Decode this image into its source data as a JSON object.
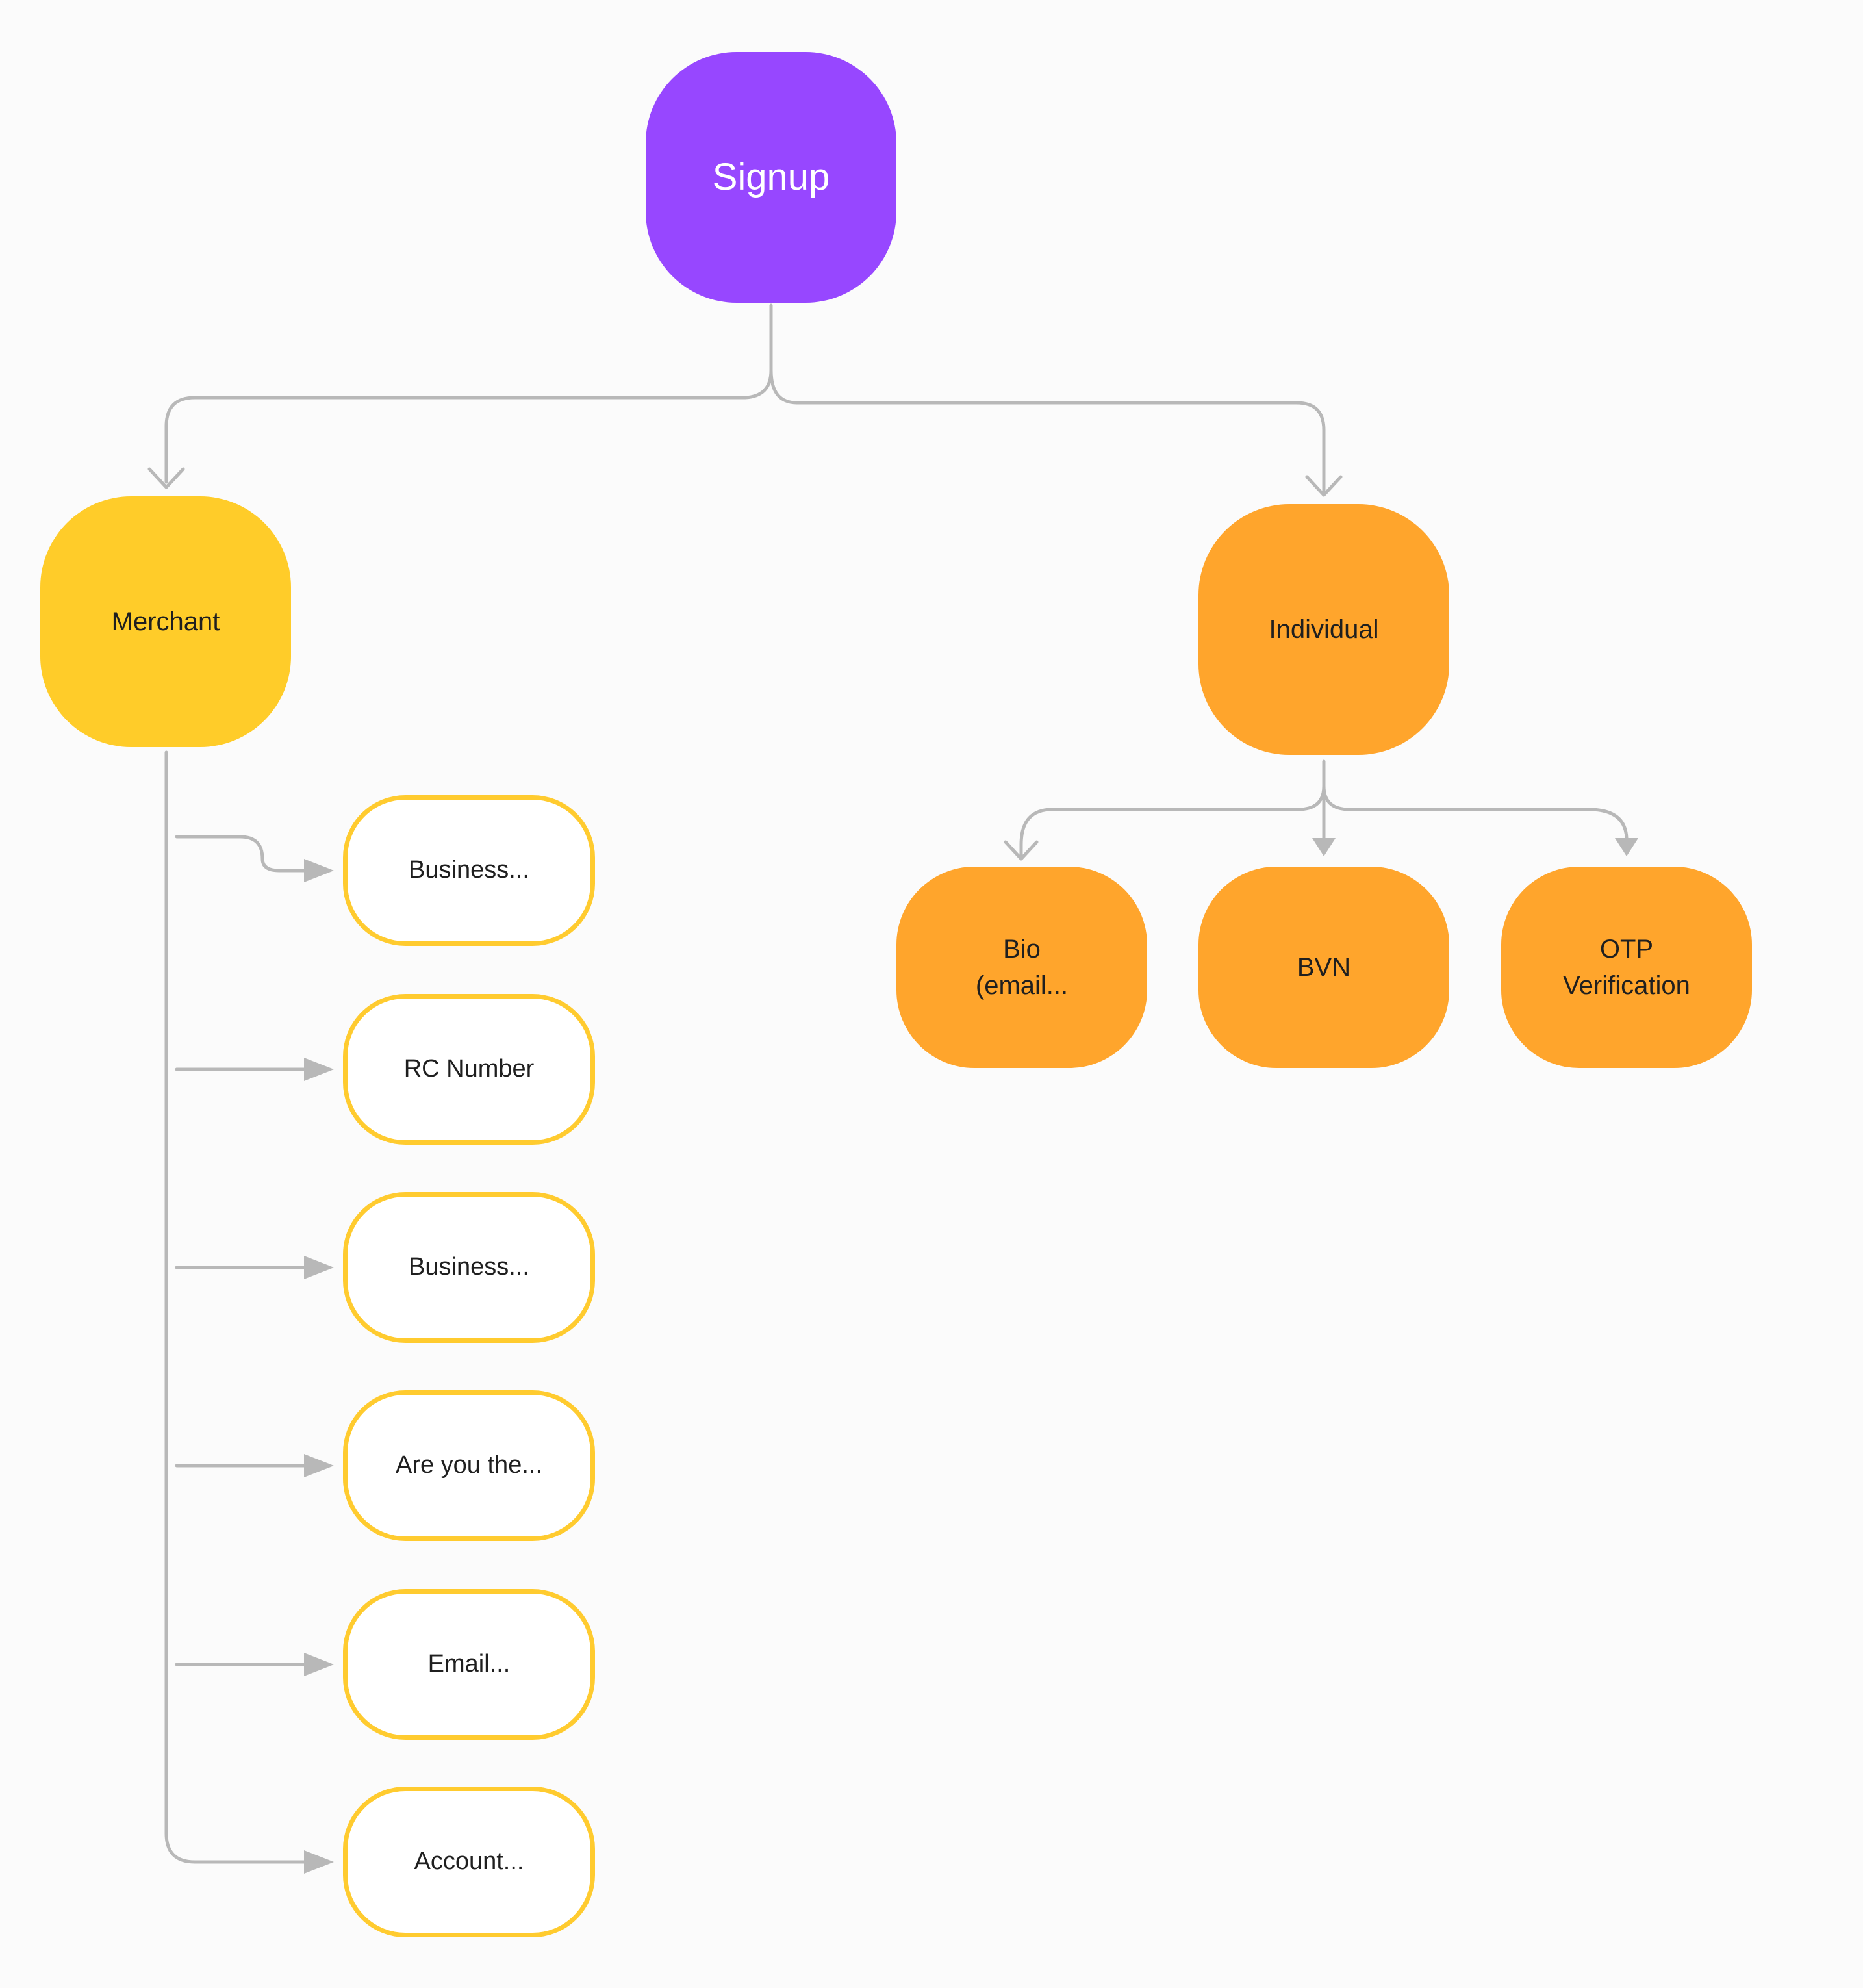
{
  "colors": {
    "root_fill": "#9747ff",
    "merchant_fill": "#ffcc29",
    "individual_fill": "#ffa52c",
    "step_border": "#ffcb2f",
    "connector": "#b8b8b8"
  },
  "root": {
    "label": "Signup"
  },
  "merchant": {
    "label": "Merchant",
    "steps": [
      {
        "label": "Business..."
      },
      {
        "label": "RC Number"
      },
      {
        "label": "Business..."
      },
      {
        "label": "Are you the..."
      },
      {
        "label": "Email..."
      },
      {
        "label": "Account..."
      }
    ]
  },
  "individual": {
    "label": "Individual",
    "steps": [
      {
        "label": "Bio\n(email..."
      },
      {
        "label": "BVN"
      },
      {
        "label": "OTP\nVerification"
      }
    ]
  }
}
